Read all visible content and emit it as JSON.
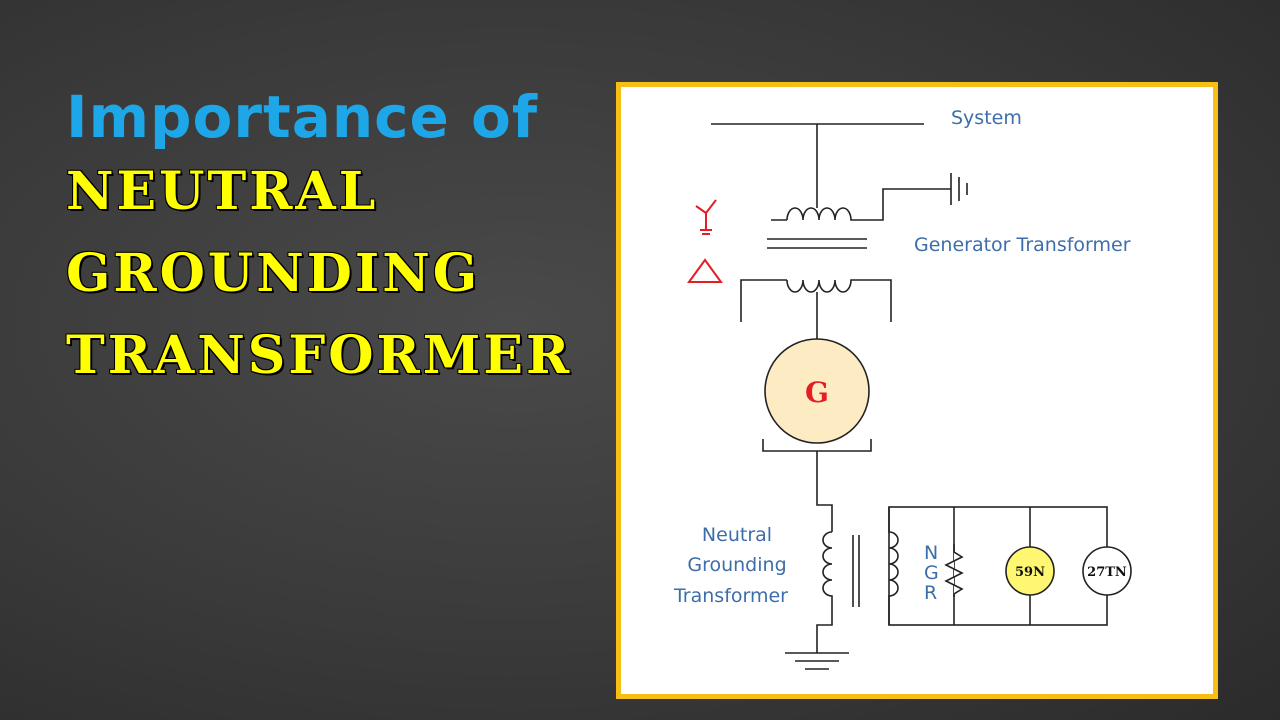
{
  "title": {
    "line1": "Importance of",
    "line2": "NEUTRAL",
    "line3": "GROUNDING",
    "line4": "TRANSFORMER"
  },
  "diagram": {
    "system_label": "System",
    "gen_transformer_label": "Generator Transformer",
    "generator_symbol": "G",
    "ngt_label_line1": "Neutral",
    "ngt_label_line2": "Grounding",
    "ngt_label_line3": "Transformer",
    "ngr_label": [
      "N",
      "G",
      "R"
    ],
    "relay1": "59N",
    "relay2": "27TN",
    "colors": {
      "frame_border": "#f7be16",
      "label_blue": "#3d6eaa",
      "generator_fill": "#fdebc3",
      "relay_59n_fill": "#fff772",
      "symbol_red": "#e31e24",
      "title_blue": "#1ea7e8",
      "title_yellow": "#ffff00"
    }
  }
}
